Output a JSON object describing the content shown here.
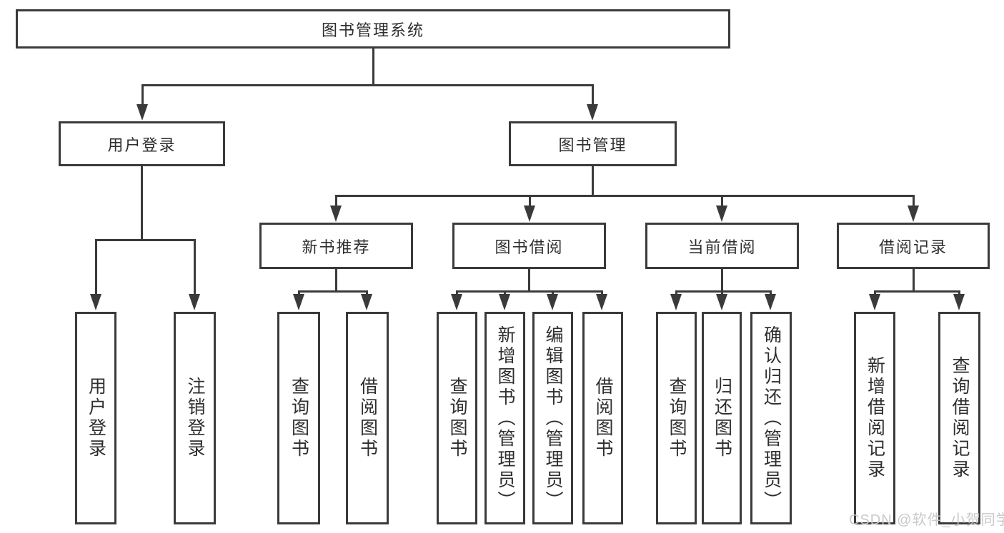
{
  "tree": {
    "label": "图书管理系统",
    "children": [
      {
        "label": "用户登录",
        "children": [
          {
            "label": "用户登录"
          },
          {
            "label": "注销登录"
          }
        ]
      },
      {
        "label": "图书管理",
        "children": [
          {
            "label": "新书推荐",
            "children": [
              {
                "label": "查询图书"
              },
              {
                "label": "借阅图书"
              }
            ]
          },
          {
            "label": "图书借阅",
            "children": [
              {
                "label": "查询图书"
              },
              {
                "label": "新增图书（管理员）"
              },
              {
                "label": "编辑图书（管理员）"
              },
              {
                "label": "借阅图书"
              }
            ]
          },
          {
            "label": "当前借阅",
            "children": [
              {
                "label": "查询图书"
              },
              {
                "label": "归还图书"
              },
              {
                "label": "确认归还（管理员）"
              }
            ]
          },
          {
            "label": "借阅记录",
            "children": [
              {
                "label": "新增借阅记录"
              },
              {
                "label": "查询借阅记录"
              }
            ]
          }
        ]
      }
    ]
  },
  "watermark": "CSDN @软件_小贺同学",
  "colors": {
    "line": "#3a3a3a",
    "text": "#2e2e2e",
    "background": "#ffffff",
    "watermark": "#c6c6c6"
  }
}
